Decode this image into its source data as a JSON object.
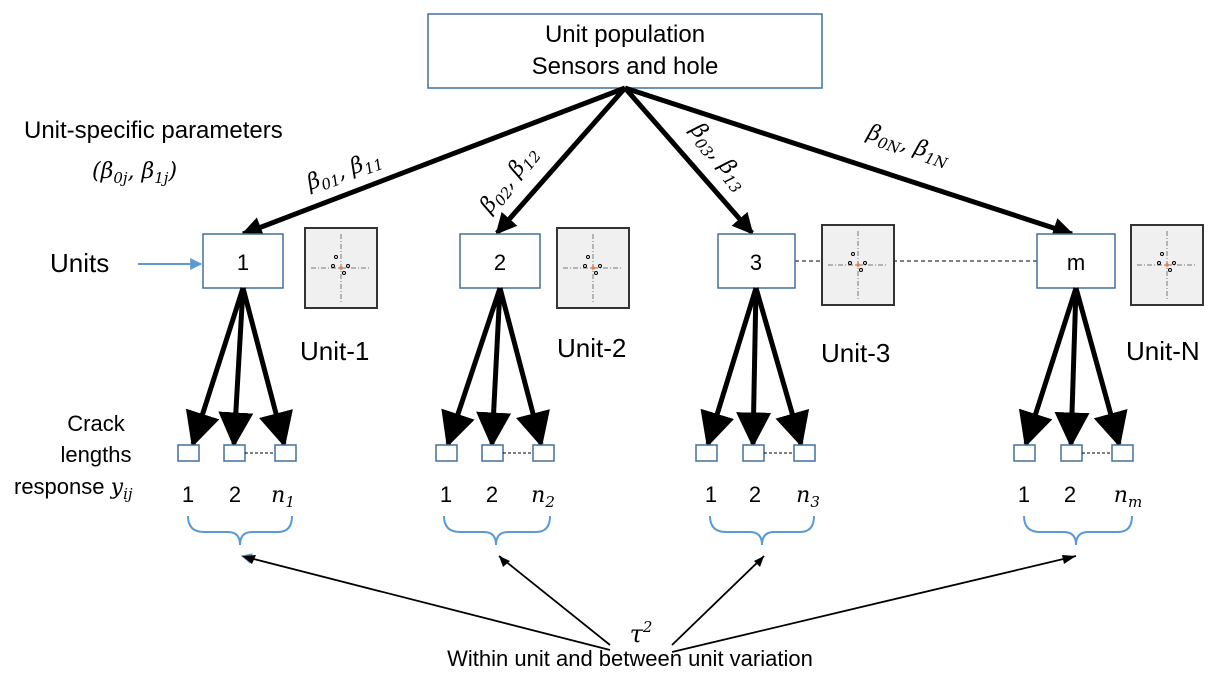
{
  "root": {
    "line1": "Unit population",
    "line2": "Sensors and hole"
  },
  "param_heading": {
    "line1": "Unit-specific parameters",
    "line2": "(β0j, β1j)"
  },
  "units_label": "Units",
  "units": [
    {
      "box_label": "1",
      "name": "Unit-1",
      "edge_label": "β01, β11",
      "last_leaf": "n1"
    },
    {
      "box_label": "2",
      "name": "Unit-2",
      "edge_label": "β02, β12",
      "last_leaf": "n2"
    },
    {
      "box_label": "3",
      "name": "Unit-3",
      "edge_label": "β03, β13",
      "last_leaf": "n3"
    },
    {
      "box_label": "m",
      "name": "Unit-N",
      "edge_label": "β0N, β1N",
      "last_leaf": "nm"
    }
  ],
  "leaf_labels": [
    "1",
    "2"
  ],
  "response_label": {
    "line1": "Crack",
    "line2": "lengths",
    "line3": "response yij"
  },
  "variance_symbol": "τ2",
  "variance_caption": "Within unit and between unit variation",
  "colors": {
    "box_border": "#41719c",
    "arrow": "#000000",
    "units_arrow": "#5b9bd5",
    "brace": "#5b9bd5",
    "thumb_bg": "#f0f0f0",
    "center_dot": "#ed7d31"
  }
}
